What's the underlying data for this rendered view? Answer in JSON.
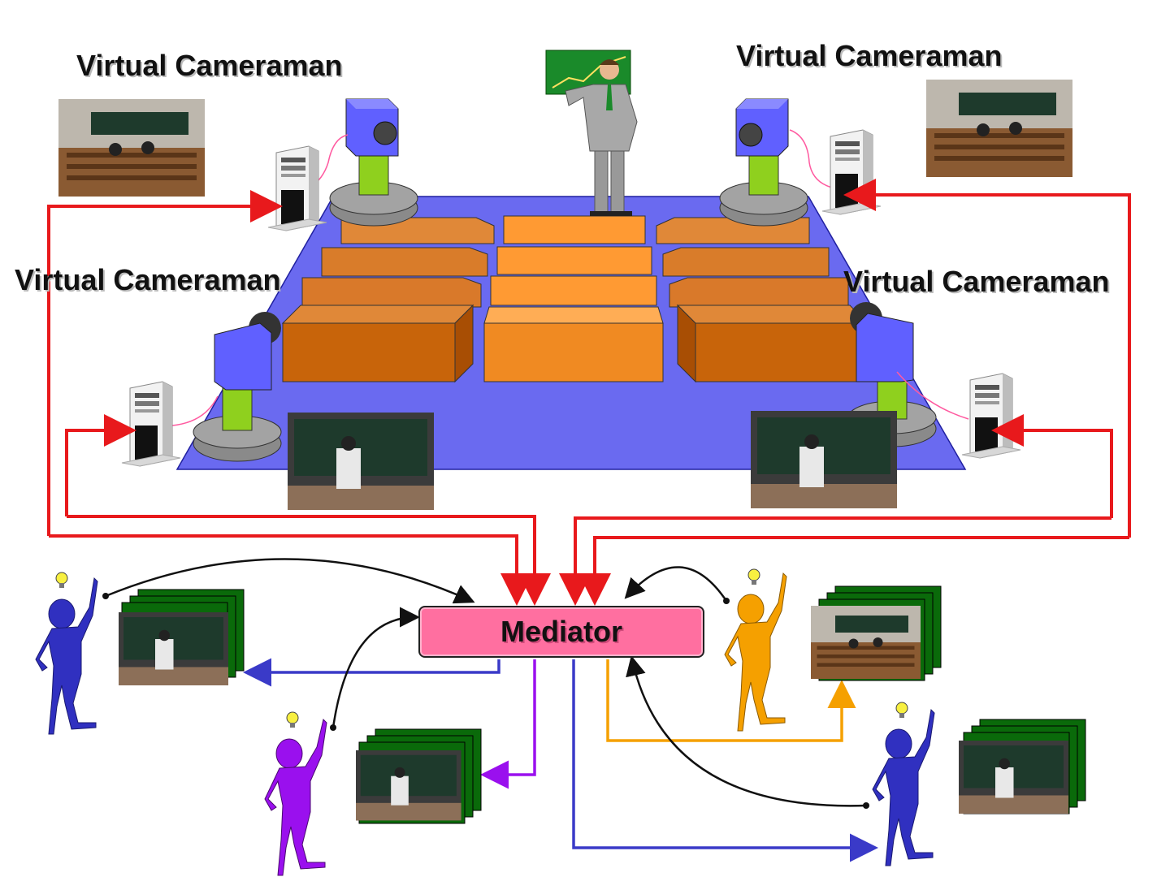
{
  "labels": {
    "cameraman_top_left": "Virtual Cameraman",
    "cameraman_top_right": "Virtual Cameraman",
    "cameraman_mid_left": "Virtual Cameraman",
    "cameraman_mid_right": "Virtual Cameraman",
    "mediator": "Mediator"
  },
  "colors": {
    "floor": "#6a6af0",
    "desk_side": "#c8640a",
    "desk_center": "#ff9a33",
    "camera": "#6060ff",
    "camera_neck": "#8fd01e",
    "camera_base": "#8a8a8a",
    "feed_line": "#e8191c",
    "viewer_blue": "#3030c0",
    "viewer_purple": "#9a10ee",
    "viewer_orange": "#f5a000",
    "mediator": "#ff6fa0",
    "video_stack": "#0a6a0a"
  },
  "icons": [
    "camera-icon",
    "computer-tower-icon",
    "lightbulb-icon",
    "presenter-icon",
    "viewer-icon",
    "video-frame-icon"
  ]
}
